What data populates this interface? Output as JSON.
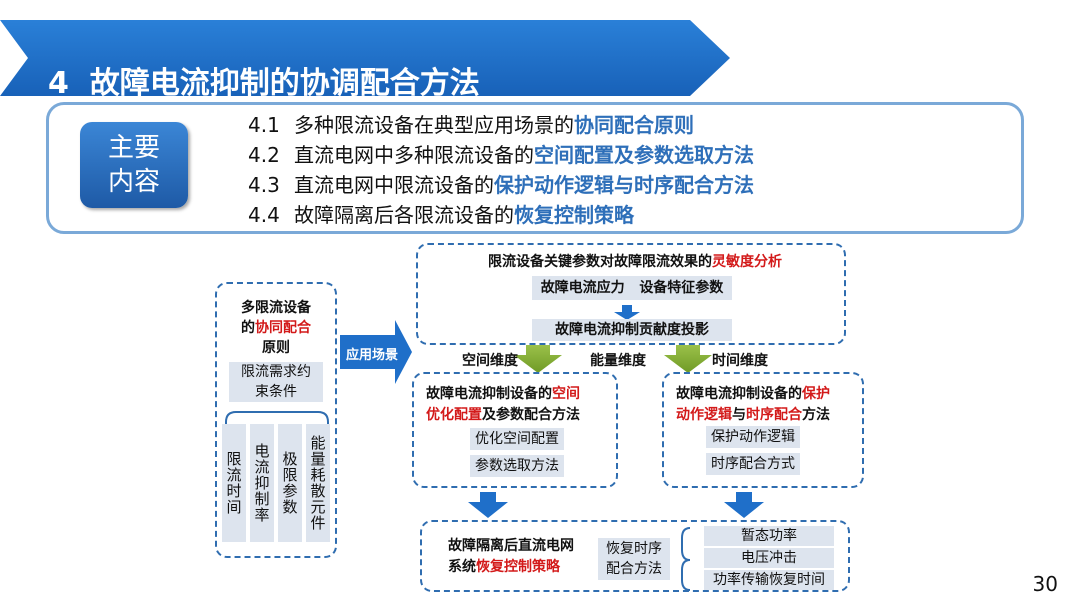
{
  "title": {
    "number": "4",
    "text": "故障电流抑制的协调配合方法"
  },
  "badge": {
    "line1": "主要",
    "line2": "内容"
  },
  "toc": [
    {
      "num": "4.1",
      "plain": "多种限流设备在典型应用场景的",
      "highlight": "协同配合原则"
    },
    {
      "num": "4.2",
      "plain": "直流电网中多种限流设备的",
      "highlight": "空间配置及参数选取方法"
    },
    {
      "num": "4.3",
      "plain": "直流电网中限流设备的",
      "highlight": "保护动作逻辑与时序配合方法"
    },
    {
      "num": "4.4",
      "plain": "故障隔离后各限流设备的",
      "highlight": "恢复控制策略"
    }
  ],
  "diagram": {
    "left": {
      "title_a": "多限流设备",
      "title_b_prefix": "的",
      "title_b_red": "协同配合",
      "title_c": "原则",
      "constraint": "限流需求约束条件",
      "columns": [
        "限流时间",
        "电流抑制率",
        "极限参数",
        "能量耗散元件"
      ]
    },
    "arrow_label": "应用场景",
    "top": {
      "title_plain": "限流设备关键参数对故障限流效果的",
      "title_red": "灵敏度分析",
      "items": [
        "故障电流应力",
        "设备特征参数"
      ],
      "projection": "故障电流抑制贡献度投影"
    },
    "dimensions": [
      "空间维度",
      "能量维度",
      "时间维度"
    ],
    "mid_left": {
      "t1_plain": "故障电流抑制设备的",
      "t1_red": "空间",
      "t2_red": "优化配置",
      "t2_plain": "及参数配合方法",
      "items": [
        "优化空间配置",
        "参数选取方法"
      ]
    },
    "mid_right": {
      "t1_plain": "故障电流抑制设备的",
      "t1_red": "保护",
      "t2_red1": "动作逻辑",
      "t2_plain1": "与",
      "t2_red2": "时序配合",
      "t2_plain2": "方法",
      "items": [
        "保护动作逻辑",
        "时序配合方式"
      ]
    },
    "bottom": {
      "t1": "故障隔离后直流电网",
      "t2_plain": "系统",
      "t2_red": "恢复控制策略",
      "middle_line1": "恢复时序",
      "middle_line2": "配合方法",
      "items": [
        "暂态功率",
        "电压冲击",
        "功率传输恢复时间"
      ]
    }
  },
  "page_number": "30",
  "colors": {
    "banner": "#1f6fc9",
    "accent_blue": "#2e6fb9",
    "red": "#d31a1a",
    "arrow_blue": "#1f6fc9",
    "arrow_green": "#7aa32e",
    "dashed_border": "#2f6db0"
  }
}
